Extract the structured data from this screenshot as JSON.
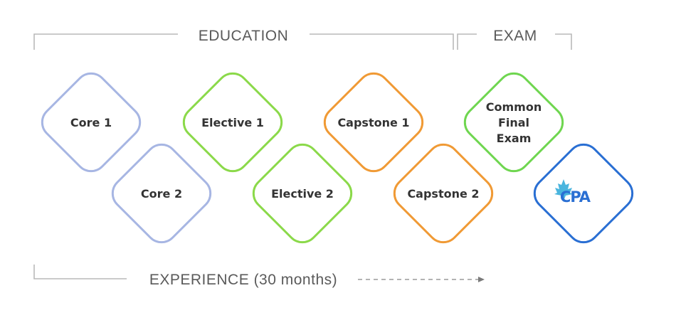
{
  "sections": {
    "education": "EDUCATION",
    "exam": "EXAM",
    "experience": "EXPERIENCE (30 months)"
  },
  "colors": {
    "core": "#a7b6e3",
    "elective": "#8bd94a",
    "capstone": "#f09a35",
    "exam": "#6fd650",
    "cpa": "#2a6fd3",
    "bracket": "#b9b9b9"
  },
  "nodes": [
    {
      "id": "core-1",
      "lines": [
        "Core 1"
      ],
      "group": "core"
    },
    {
      "id": "core-2",
      "lines": [
        "Core 2"
      ],
      "group": "core"
    },
    {
      "id": "elective-1",
      "lines": [
        "Elective 1"
      ],
      "group": "elective"
    },
    {
      "id": "elective-2",
      "lines": [
        "Elective 2"
      ],
      "group": "elective"
    },
    {
      "id": "capstone-1",
      "lines": [
        "Capstone 1"
      ],
      "group": "capstone"
    },
    {
      "id": "capstone-2",
      "lines": [
        "Capstone 2"
      ],
      "group": "capstone"
    },
    {
      "id": "common-final-exam",
      "lines": [
        "Common",
        "Final",
        "Exam"
      ],
      "group": "exam"
    }
  ],
  "logo": {
    "text": "CPA",
    "icon": "maple-leaf-icon"
  }
}
